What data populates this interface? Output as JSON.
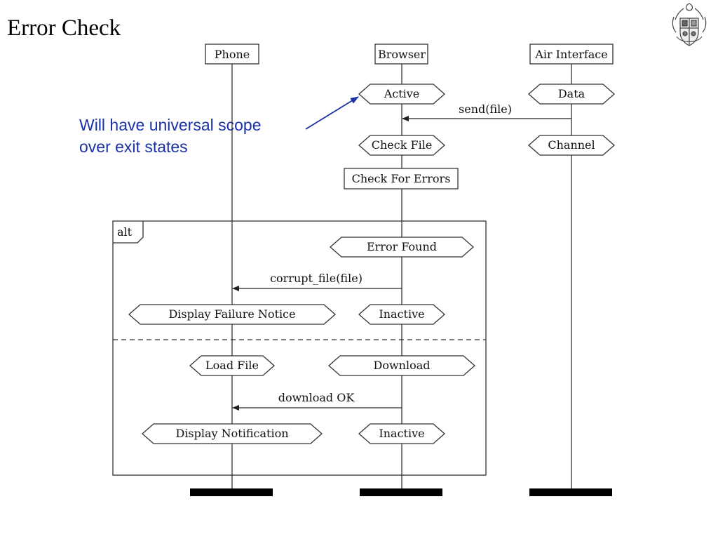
{
  "title": "Error Check",
  "annotation": {
    "line1": "Will have universal scope",
    "line2": "over exit states"
  },
  "colors": {
    "annotation": "#1a32a6",
    "line": "#333333",
    "text": "#111111"
  },
  "instances": {
    "phone": "Phone",
    "browser": "Browser",
    "air": "Air Interface"
  },
  "states": {
    "active": "Active",
    "data": "Data",
    "check_file": "Check File",
    "channel": "Channel",
    "error_found": "Error Found",
    "display_failure": "Display Failure Notice",
    "inactive_1": "Inactive",
    "load_file": "Load File",
    "download": "Download",
    "display_notification": "Display Notification",
    "inactive_2": "Inactive"
  },
  "actions": {
    "check_errors": "Check For Errors"
  },
  "messages": {
    "send_file": "send(file)",
    "corrupt_file": "corrupt_file(file)",
    "download_ok": "download OK"
  },
  "fragment": {
    "operator": "alt"
  },
  "crest_icon": "coat-of-arms-icon"
}
